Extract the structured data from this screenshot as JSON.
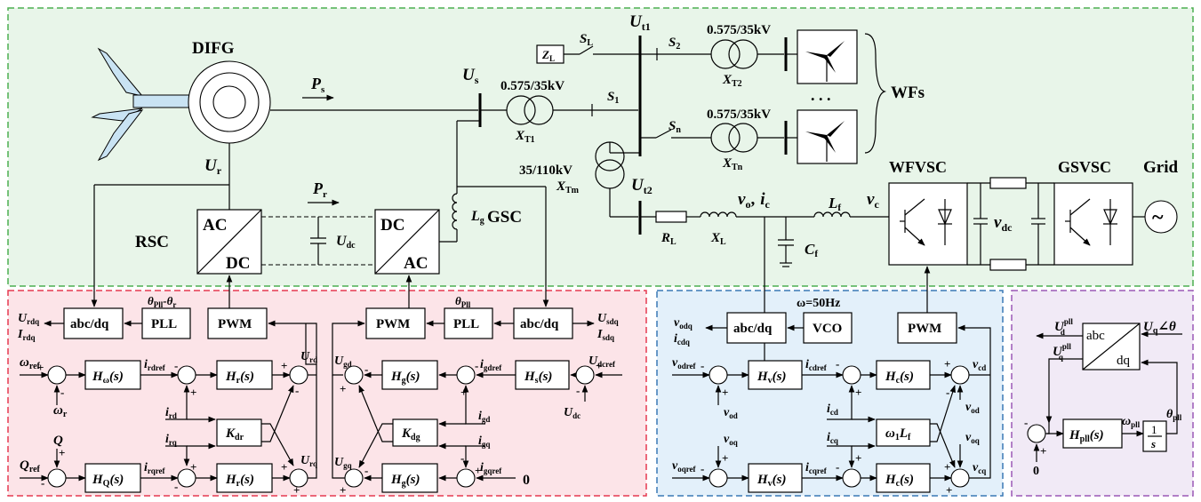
{
  "colors": {
    "top_bg": "#e8f5e9",
    "top_border": "#4caf50",
    "red_bg": "#fce4e8",
    "red_border": "#e53950",
    "blue_bg": "#e3f0fa",
    "blue_border": "#3a78b5",
    "purple_bg": "#f1eaf6",
    "purple_border": "#9b59b6"
  },
  "labels": {
    "difg": "DIFG",
    "ps": "P",
    "ps_sub": "s",
    "pr": "P",
    "pr_sub": "r",
    "ur": "U",
    "ur_sub": "r",
    "us": "U",
    "us_sub": "s",
    "ut1": "U",
    "ut1_sub": "t1",
    "ut2": "U",
    "ut2_sub": "t2",
    "tr1": "0.575/35kV",
    "tr2": "0.575/35kV",
    "tr3": "0.575/35kV",
    "trm": "35/110kV",
    "xt1": "X",
    "xt1_sub": "T1",
    "xt2": "X",
    "xt2_sub": "T2",
    "xtn": "X",
    "xtn_sub": "Tn",
    "xtm": "X",
    "xtm_sub": "Tm",
    "zl": "Z",
    "zl_sub": "L",
    "sl": "S",
    "sl_sub": "L",
    "s1": "S",
    "s1_sub": "1",
    "s2": "S",
    "s2_sub": "2",
    "sn": "S",
    "sn_sub": "n",
    "wfs": "WFs",
    "dots": ". . .",
    "rsc": "RSC",
    "gsc": "GSC",
    "ac": "AC",
    "dc": "DC",
    "udc": "U",
    "udc_sub": "dc",
    "lg": "L",
    "lg_sub": "g",
    "rl": "R",
    "rl_sub": "L",
    "xl": "X",
    "xl_sub": "L",
    "lf": "L",
    "lf_sub": "f",
    "cf": "C",
    "cf_sub": "f",
    "vo": "v",
    "vo_sub": "o",
    "ic": "i",
    "ic_sub": "c",
    "comma": ",",
    "vc": "v",
    "vc_sub": "c",
    "vdc": "v",
    "vdc_sub": "dc",
    "wfvsc": "WFVSC",
    "gsvsc": "GSVSC",
    "grid": "Grid",
    "ac_sym": "~"
  },
  "rsc_ctrl": {
    "abcdq": "abc/dq",
    "pll": "PLL",
    "pwm": "PWM",
    "theta_diff": "θ",
    "theta_diff_sub": "Pll",
    "theta_diff_mid": "-θ",
    "theta_diff_sub2": "r",
    "urdq": "U",
    "urdq_sub": "rdq",
    "irdq": "I",
    "irdq_sub": "rdq",
    "w_ref": "ω",
    "w_ref_sub": "ref",
    "w_r": "ω",
    "w_r_sub": "r",
    "h_w": "H",
    "h_w_sub": "ω",
    "h_w_s": "(s)",
    "h_r": "H",
    "h_r_sub": "r",
    "h_r_s": "(s)",
    "h_q": "H",
    "h_q_sub": "Q",
    "h_q_s": "(s)",
    "k_dr": "K",
    "k_dr_sub": "dr",
    "irdref": "i",
    "irdref_sub": "rdref",
    "irqref": "i",
    "irqref_sub": "rqref",
    "ird": "i",
    "ird_sub": "rd",
    "irq": "i",
    "irq_sub": "rq",
    "urd": "U",
    "urd_sub": "rd",
    "urq": "U",
    "urq_sub": "rq",
    "q": "Q",
    "q_ref": "Q",
    "q_ref_sub": "ref"
  },
  "gsc_ctrl": {
    "pwm": "PWM",
    "pll": "PLL",
    "abcdq": "abc/dq",
    "theta": "θ",
    "theta_sub": "Pll",
    "usdq": "U",
    "usdq_sub": "sdq",
    "isdq": "I",
    "isdq_sub": "sdq",
    "ugd": "U",
    "ugd_sub": "gd",
    "ugq": "U",
    "ugq_sub": "gq",
    "h_g": "H",
    "h_g_sub": "g",
    "h_g_s": "(s)",
    "h_s": "H",
    "h_s_sub": "s",
    "h_s_s": "(s)",
    "k_dg": "K",
    "k_dg_sub": "dg",
    "igdref": "i",
    "igdref_sub": "gdref",
    "igqref": "i",
    "igqref_sub": "gqref",
    "igd": "i",
    "igd_sub": "gd",
    "igq": "i",
    "igq_sub": "gq",
    "udcref": "U",
    "udcref_sub": "dcref",
    "udc": "U",
    "udc_sub": "dc",
    "zero": "0"
  },
  "vsc_ctrl": {
    "abcdq": "abc/dq",
    "vco": "VCO",
    "pwm": "PWM",
    "omega": "ω=50Hz",
    "vodq": "v",
    "vodq_sub": "odq",
    "icdq": "i",
    "icdq_sub": "cdq",
    "vodref": "v",
    "vodref_sub": "odref",
    "voqref": "v",
    "voqref_sub": "oqref",
    "vod": "v",
    "vod_sub": "od",
    "voq": "v",
    "voq_sub": "oq",
    "h_v": "H",
    "h_v_sub": "v",
    "h_v_s": "(s)",
    "h_c": "H",
    "h_c_sub": "c",
    "h_c_s": "(s)",
    "icdref": "i",
    "icdref_sub": "cdref",
    "icqref": "i",
    "icqref_sub": "cqref",
    "icd": "i",
    "icd_sub": "cd",
    "icq": "i",
    "icq_sub": "cq",
    "w1lf": "ω",
    "w1lf_sub": "1",
    "w1lf_l": "L",
    "w1lf_lsub": "f",
    "vcd": "v",
    "vcd_sub": "cd",
    "vcq": "v",
    "vcq_sub": "cq"
  },
  "pll_ctrl": {
    "abc": "abc",
    "dq": "dq",
    "uq_angle": "U",
    "uq_angle_sub": "q",
    "uq_angle_rest": "∠θ",
    "ud": "U",
    "ud_sup": "pll",
    "ud_sub": "d",
    "uq": "U",
    "uq_sup": "pll",
    "uq_sub": "q",
    "h_pll": "H",
    "h_pll_sub": "pll",
    "h_pll_s": "(s)",
    "w_pll": "ω",
    "w_pll_sub": "pll",
    "theta_pll": "θ",
    "theta_pll_sub": "pll",
    "one": "1",
    "s": "s",
    "zero": "0"
  }
}
